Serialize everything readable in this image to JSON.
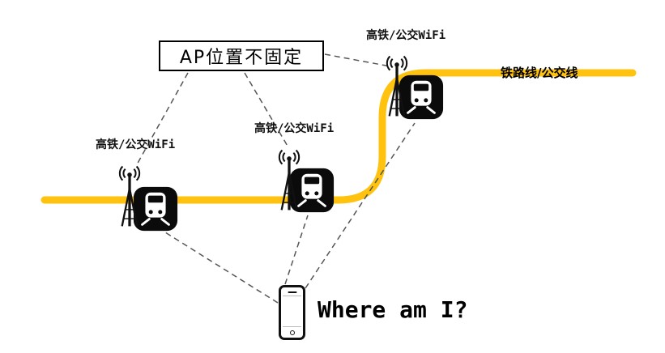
{
  "diagram": {
    "ap_box": {
      "label": "AP位置不固定"
    },
    "route_label": "铁路线/公交线",
    "aps": [
      {
        "label": "高铁/公交WiFi"
      },
      {
        "label": "高铁/公交WiFi"
      },
      {
        "label": "高铁/公交WiFi"
      }
    ],
    "phone": {
      "question": "Where am I?"
    },
    "icons": {
      "antenna": "wifi-antenna-icon",
      "train": "train-icon",
      "phone": "smartphone-icon"
    },
    "colors": {
      "route": "#FFC20E",
      "connector": "#555555",
      "icon": "#0D0D0D"
    }
  }
}
